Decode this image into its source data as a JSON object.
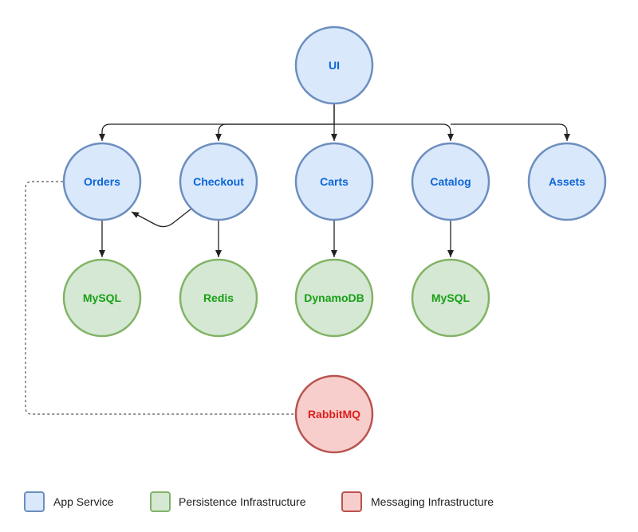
{
  "colors": {
    "app_fill": "#dae8fc",
    "app_stroke": "#6c8ebf",
    "app_text": "#0b66d6",
    "persist_fill": "#d5e8d4",
    "persist_stroke": "#82b366",
    "persist_text": "#18a016",
    "msg_fill": "#f8cecc",
    "msg_stroke": "#b85450",
    "msg_text": "#dd1f1f",
    "edge": "#222222",
    "dashed": "#555555"
  },
  "nodes": {
    "ui": {
      "label": "UI",
      "kind": "app"
    },
    "orders": {
      "label": "Orders",
      "kind": "app"
    },
    "checkout": {
      "label": "Checkout",
      "kind": "app"
    },
    "carts": {
      "label": "Carts",
      "kind": "app"
    },
    "catalog": {
      "label": "Catalog",
      "kind": "app"
    },
    "assets": {
      "label": "Assets",
      "kind": "app"
    },
    "orders_db": {
      "label": "MySQL",
      "kind": "persistence"
    },
    "checkout_db": {
      "label": "Redis",
      "kind": "persistence"
    },
    "carts_db": {
      "label": "DynamoDB",
      "kind": "persistence"
    },
    "catalog_db": {
      "label": "MySQL",
      "kind": "persistence"
    },
    "rabbitmq": {
      "label": "RabbitMQ",
      "kind": "messaging"
    }
  },
  "edges": [
    {
      "from": "ui",
      "to": "orders",
      "style": "solid"
    },
    {
      "from": "ui",
      "to": "checkout",
      "style": "solid"
    },
    {
      "from": "ui",
      "to": "carts",
      "style": "solid"
    },
    {
      "from": "ui",
      "to": "catalog",
      "style": "solid"
    },
    {
      "from": "ui",
      "to": "assets",
      "style": "solid"
    },
    {
      "from": "checkout",
      "to": "orders",
      "style": "solid"
    },
    {
      "from": "orders",
      "to": "orders_db",
      "style": "solid"
    },
    {
      "from": "checkout",
      "to": "checkout_db",
      "style": "solid"
    },
    {
      "from": "carts",
      "to": "carts_db",
      "style": "solid"
    },
    {
      "from": "catalog",
      "to": "catalog_db",
      "style": "solid"
    },
    {
      "from": "orders",
      "to": "rabbitmq",
      "style": "dashed"
    }
  ],
  "legend": {
    "app": "App Service",
    "persistence": "Persistence Infrastructure",
    "messaging": "Messaging Infrastructure"
  }
}
